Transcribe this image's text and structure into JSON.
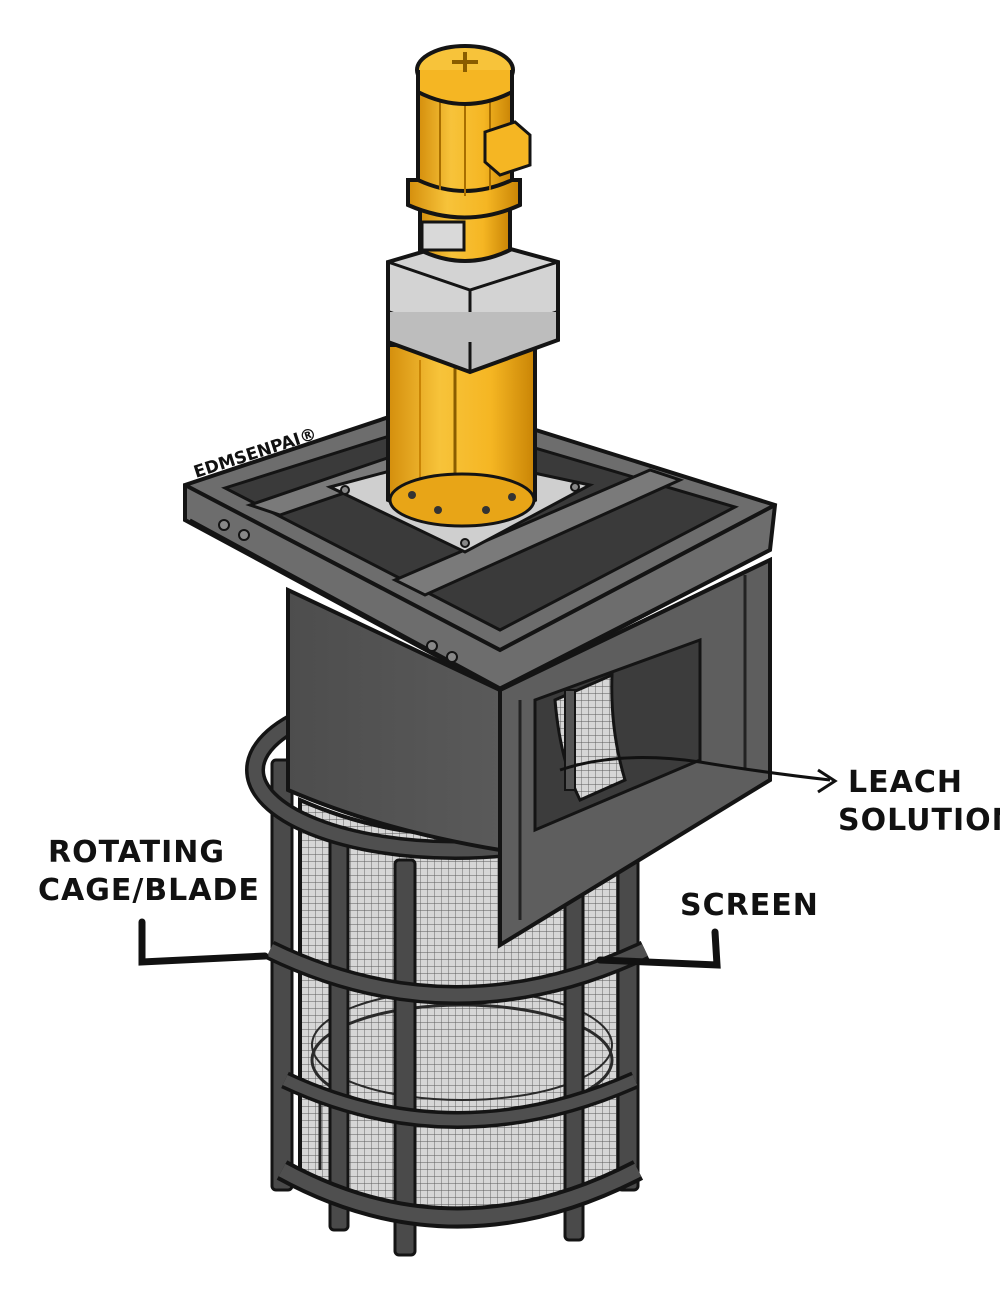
{
  "watermark": "EDMSENPAI®",
  "labels": {
    "leach_line1": "LEACH",
    "leach_line2": "SOLUTION",
    "cage_line1": "ROTATING",
    "cage_line2": "CAGE/BLADE",
    "screen": "SCREEN"
  },
  "colors": {
    "motor": "#f5b623",
    "motor_shadow": "#d48e0c",
    "gearbox": "#d3d3d3",
    "tank": "#575757",
    "frame": "#6b6b6b",
    "mesh": "#cfcfcf",
    "outline": "#141414"
  }
}
